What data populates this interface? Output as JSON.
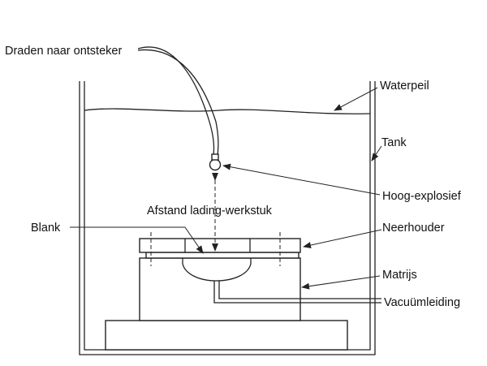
{
  "labels": {
    "wires": "Draden naar ontsteker",
    "water_level": "Waterpeil",
    "tank": "Tank",
    "high_explosive": "Hoog-explosief",
    "standoff": "Afstand lading-werkstuk",
    "blank": "Blank",
    "hold_down": "Neerhouder",
    "die": "Matrijs",
    "vacuum_line": "Vacuümleiding"
  }
}
